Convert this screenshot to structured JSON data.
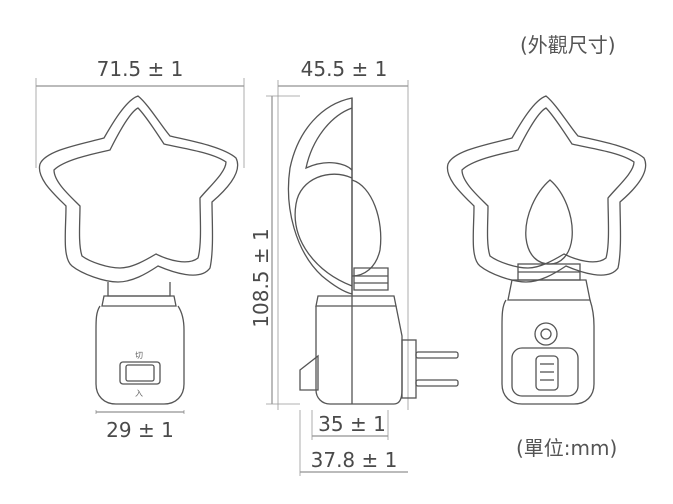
{
  "header": {
    "title": "(外觀尺寸)"
  },
  "footer": {
    "unit_note": "(單位:mm)"
  },
  "dimensions": {
    "front_width": "71.5 ± 1",
    "side_depth": "45.5 ± 1",
    "height": "108.5 ± 1",
    "base_width": "29 ± 1",
    "plug_depth": "35 ± 1",
    "total_depth": "37.8 ± 1"
  },
  "switch_labels": {
    "on": "切",
    "off": "入"
  },
  "colors": {
    "line": "#555555",
    "dim_line": "#6b6b6b"
  }
}
